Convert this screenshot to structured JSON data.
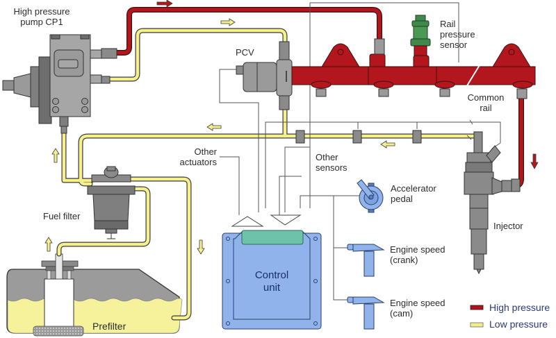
{
  "diagram": {
    "title": "Common rail diesel injection system",
    "labels": {
      "pump": [
        "High pressure",
        "pump CP1"
      ],
      "pcv": "PCV",
      "rail_sensor": [
        "Rail",
        "pressure",
        "sensor"
      ],
      "common_rail": [
        "Common",
        "rail"
      ],
      "other_actuators": [
        "Other",
        "actuators"
      ],
      "other_sensors": [
        "Other",
        "sensors"
      ],
      "accelerator": [
        "Accelerator",
        "pedal"
      ],
      "fuel_filter": "Fuel filter",
      "injector": "Injector",
      "control_unit": [
        "Control",
        "unit"
      ],
      "crank_sensor": [
        "Engine speed",
        "(crank)"
      ],
      "cam_sensor": [
        "Engine speed",
        "(cam)"
      ],
      "prefilter": "Prefilter"
    },
    "legend": [
      {
        "label": "High pressure",
        "color": "#a8151b"
      },
      {
        "label": "Low pressure",
        "color": "#f4ee8a"
      }
    ],
    "colors": {
      "high_pressure": "#b3171d",
      "low_pressure": "#f5ef8c",
      "metal": "#8c8c8c",
      "sensor_green": "#3f8a4a",
      "electronics_blue": "#8fb3ea",
      "connector_teal": "#6cc3a9",
      "wire": "#555555"
    }
  }
}
